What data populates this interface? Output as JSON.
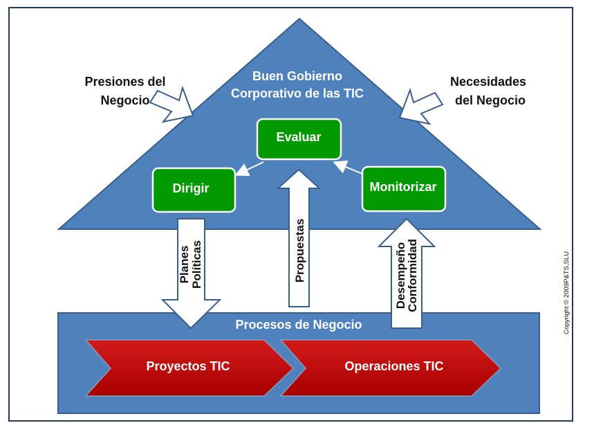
{
  "governance": {
    "title_line1": "Buen Gobierno",
    "title_line2": "Corporativo de las TIC"
  },
  "pressures": {
    "left_line1": "Presiones del",
    "left_line2": "Negocio",
    "right_line1": "Necesidades",
    "right_line2": "del Negocio"
  },
  "boxes": {
    "evaluate": "Evaluar",
    "direct": "Dirigir",
    "monitor": "Monitorizar"
  },
  "flows": {
    "plans_line1": "Planes",
    "plans_line2": "Políticas",
    "proposals": "Propuestas",
    "performance_line1": "Desempeño",
    "performance_line2": "Conformidad"
  },
  "business": {
    "title": "Procesos de Negocio",
    "projects": "Proyectos TIC",
    "operations": "Operaciones TIC"
  },
  "copyright": "Copyright © 2009P&TS,SLU",
  "colors": {
    "blue": "#4F81BD",
    "blue_border": "#385D8A",
    "green": "#009A00",
    "red": "#C00000",
    "frame": "#1F3864"
  }
}
